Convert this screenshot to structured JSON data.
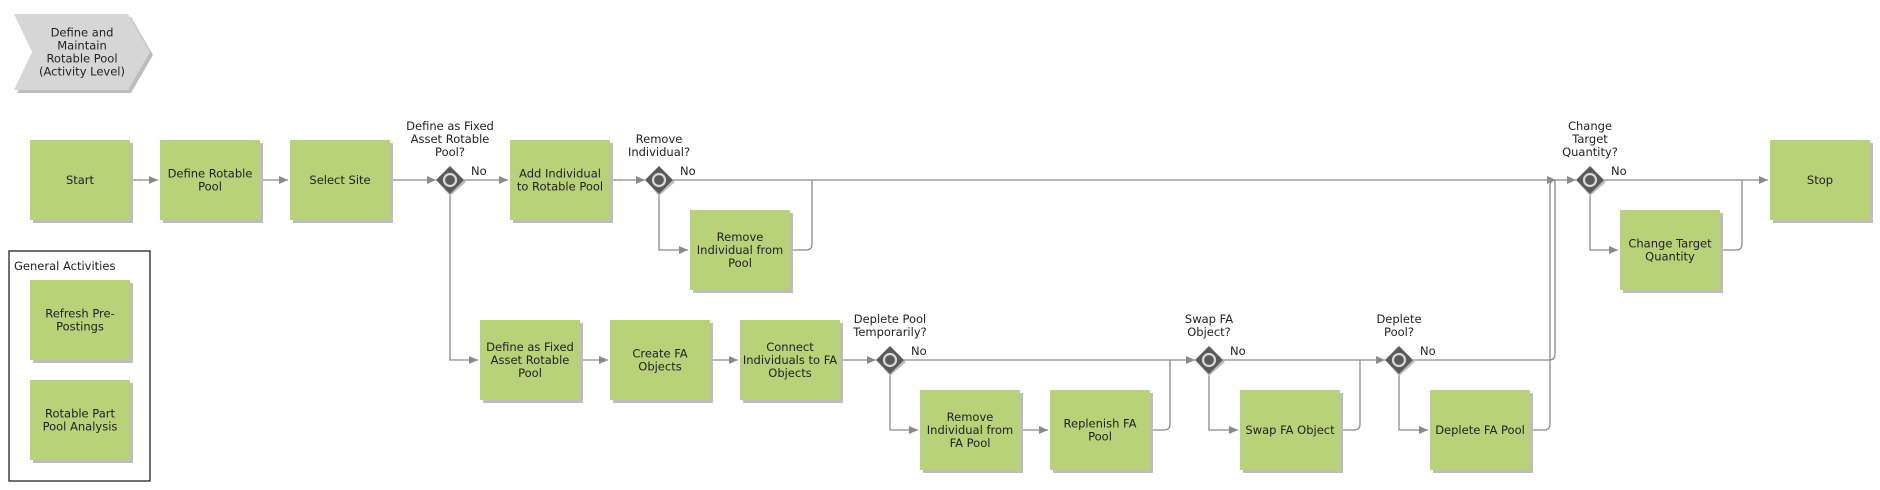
{
  "colors": {
    "activity_fill": "#b8d27a",
    "activity_shadow": "#bdbdbd",
    "gateway_fill": "#5a5a5a",
    "connector": "#8a8a8a",
    "process_step_fill": "#d6d6d6"
  },
  "process_step": {
    "label": [
      "Define and",
      "Maintain",
      "Rotable Pool",
      "(Activity Level)"
    ]
  },
  "nodes": {
    "start": {
      "label": [
        "Start"
      ]
    },
    "define_rotable_pool": {
      "label": [
        "Define Rotable",
        "Pool"
      ]
    },
    "select_site": {
      "label": [
        "Select Site"
      ]
    },
    "add_individual": {
      "label": [
        "Add Individual",
        "to Rotable Pool"
      ]
    },
    "remove_individual_pool": {
      "label": [
        "Remove",
        "Individual from",
        "Pool"
      ]
    },
    "change_target_quantity": {
      "label": [
        "Change Target",
        "Quantity"
      ]
    },
    "stop": {
      "label": [
        "Stop"
      ]
    },
    "define_fixed_asset_pool": {
      "label": [
        "Define as Fixed",
        "Asset Rotable",
        "Pool"
      ]
    },
    "create_fa_objects": {
      "label": [
        "Create FA",
        "Objects"
      ]
    },
    "connect_individuals": {
      "label": [
        "Connect",
        "Individuals to FA",
        "Objects"
      ]
    },
    "remove_individual_fa_pool": {
      "label": [
        "Remove",
        "Individual from",
        "FA Pool"
      ]
    },
    "replenish_fa_pool": {
      "label": [
        "Replenish FA",
        "Pool"
      ]
    },
    "swap_fa_object": {
      "label": [
        "Swap FA Object"
      ]
    },
    "deplete_fa_pool": {
      "label": [
        "Deplete FA Pool"
      ]
    },
    "refresh_prepostings": {
      "label": [
        "Refresh Pre-",
        "Postings"
      ]
    },
    "rotable_part_pool_analysis": {
      "label": [
        "Rotable Part",
        "Pool Analysis"
      ]
    }
  },
  "gateways": {
    "g1": {
      "question": [
        "Define as Fixed",
        "Asset Rotable",
        "Pool?"
      ],
      "branch": "No"
    },
    "g2": {
      "question": [
        "Remove",
        "Individual?"
      ],
      "branch": "No"
    },
    "g3": {
      "question": [
        "Change",
        "Target",
        "Quantity?"
      ],
      "branch": "No"
    },
    "g4": {
      "question": [
        "Deplete Pool",
        "Temporarily?"
      ],
      "branch": "No"
    },
    "g5": {
      "question": [
        "Swap FA",
        "Object?"
      ],
      "branch": "No"
    },
    "g6": {
      "question": [
        "Deplete",
        "Pool?"
      ],
      "branch": "No"
    }
  },
  "general_activities": {
    "title": "General Activities"
  }
}
